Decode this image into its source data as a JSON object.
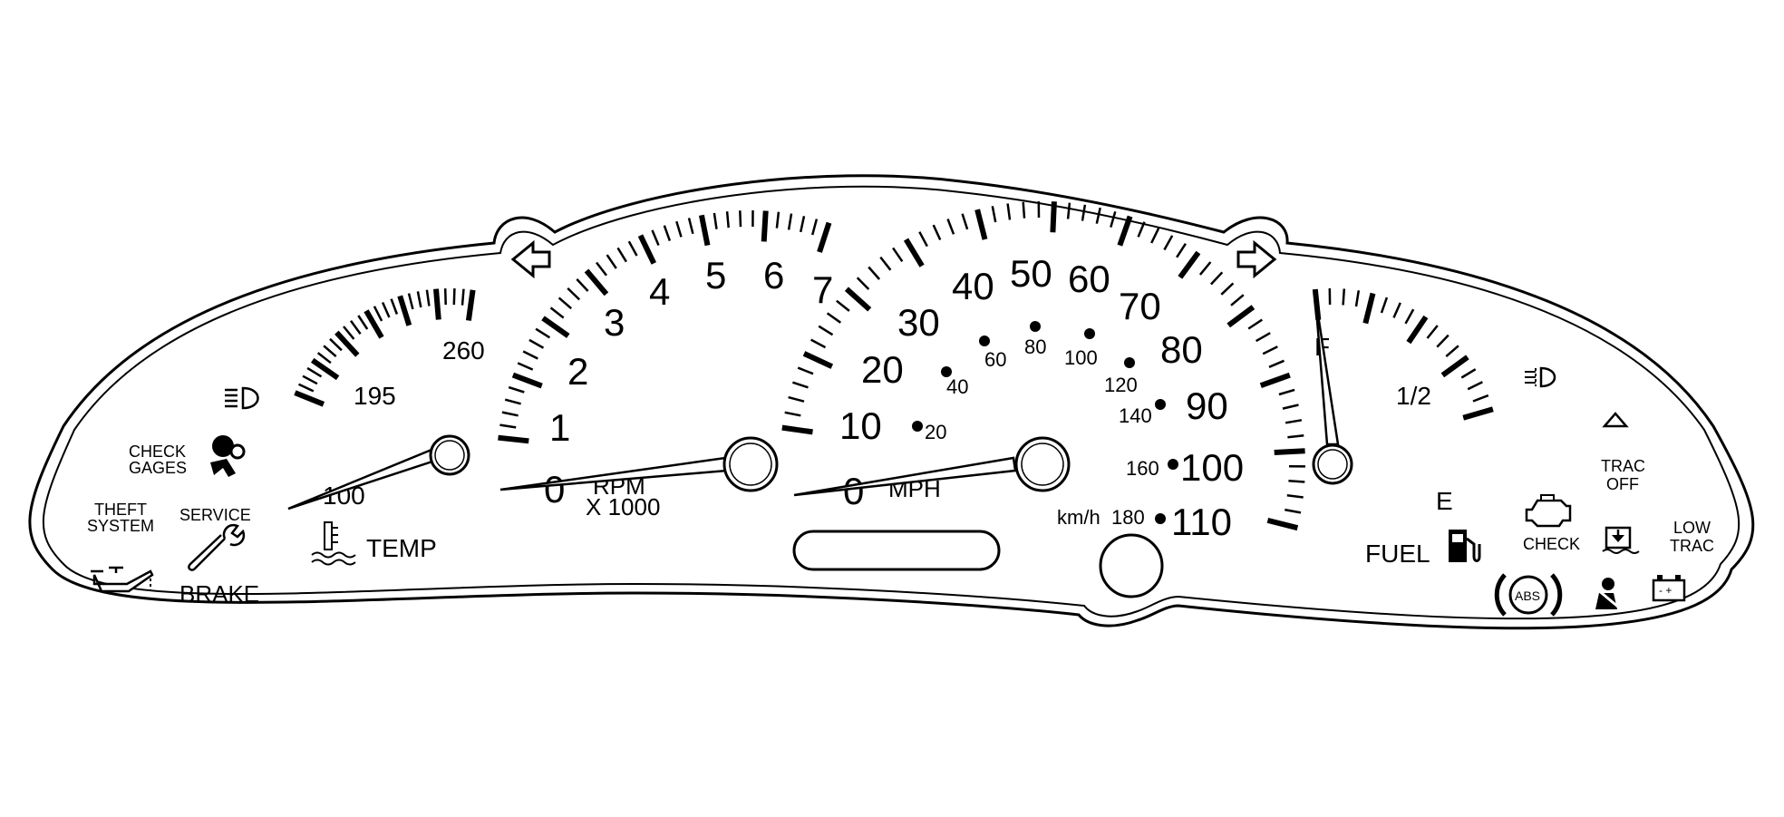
{
  "diagram": {
    "colors": {
      "line": "#000000",
      "face": "#ffffff"
    },
    "turn_signals": {
      "left": "left-turn-arrow-icon",
      "right": "right-turn-arrow-icon"
    },
    "temp_gauge": {
      "labels": {
        "low": "100",
        "mid": "195",
        "high": "260"
      },
      "caption": "TEMP",
      "icon": "coolant-thermometer-icon"
    },
    "tachometer": {
      "labels": [
        "0",
        "1",
        "2",
        "3",
        "4",
        "5",
        "6",
        "7"
      ],
      "caption_top": "RPM",
      "caption_bottom": "X 1000"
    },
    "speedometer": {
      "mph_labels": [
        "0",
        "10",
        "20",
        "30",
        "40",
        "50",
        "60",
        "70",
        "80",
        "90",
        "100",
        "110"
      ],
      "kmh_labels": [
        "20",
        "40",
        "60",
        "80",
        "100",
        "120",
        "140",
        "160",
        "180"
      ],
      "kmh_unit": "km/h",
      "mph_unit": "MPH"
    },
    "fuel_gauge": {
      "labels": {
        "full": "F",
        "half": "1/2",
        "empty": "E"
      },
      "caption": "FUEL",
      "icon": "fuel-pump-icon"
    },
    "left_indicators": {
      "headlamp_icon": "headlamp-icon",
      "check_gages": {
        "line1": "CHECK",
        "line2": "GAGES"
      },
      "airbag_icon": "airbag-icon",
      "theft_system": {
        "line1": "THEFT",
        "line2": "SYSTEM"
      },
      "service": "SERVICE",
      "wrench_icon": "wrench-icon",
      "oil_icon": "oil-can-icon",
      "brake": "BRAKE"
    },
    "right_indicators": {
      "fog_lamp_icon": "fog-lamp-icon",
      "trac_off_icon": "warning-triangle-icon",
      "trac_off": {
        "line1": "TRAC",
        "line2": "OFF"
      },
      "check_engine_icon": "check-engine-icon",
      "check": "CHECK",
      "low_trac_icon": "low-traction-icon",
      "low_trac": {
        "line1": "LOW",
        "line2": "TRAC"
      },
      "abs": "ABS",
      "seatbelt_icon": "seatbelt-icon",
      "battery_icon": "battery-icon",
      "battery_marks": "- +"
    }
  }
}
